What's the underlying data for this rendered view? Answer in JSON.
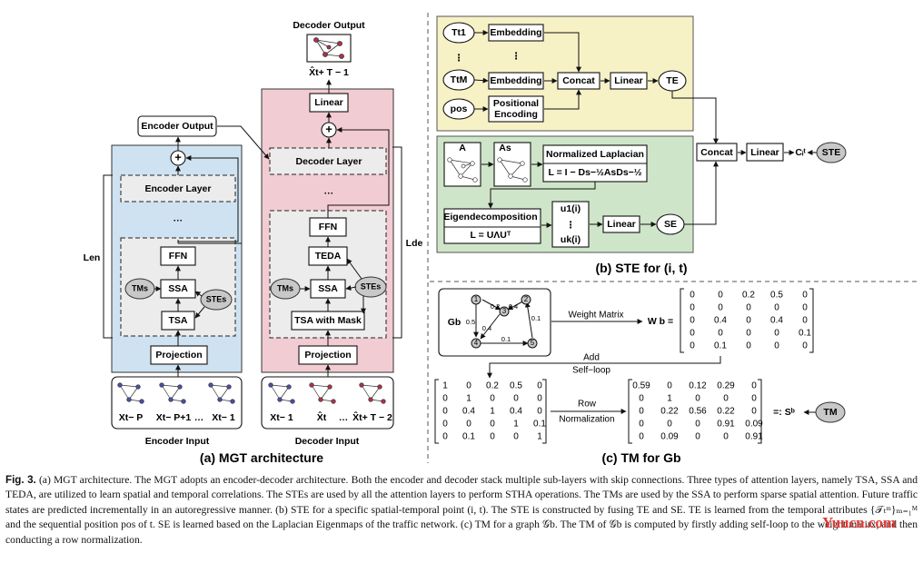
{
  "a": {
    "decoder_output": "Decoder Output",
    "decoder_output_var": "X̂t+ T − 1",
    "encoder_output": "Encoder Output",
    "encoder_layer": "Encoder Layer",
    "decoder_layer": "Decoder Layer",
    "linear": "Linear",
    "ffn": "FFN",
    "ssa": "SSA",
    "tsa": "TSA",
    "teda": "TEDA",
    "tsa_mask": "TSA with Mask",
    "tms": "TMs",
    "stes": "STEs",
    "projection": "Projection",
    "l_en": "Len",
    "l_de": "Lde",
    "ellipsis": "···",
    "enc_inputs": [
      "Xt− P",
      "Xt− P+1",
      "Xt− 1"
    ],
    "dec_inputs": [
      "Xt− 1",
      "X̂t",
      "X̂t+ T − 2"
    ],
    "dots": "…",
    "encoder_input": "Encoder Input",
    "decoder_input": "Decoder Input",
    "title": "(a) MGT architecture"
  },
  "b": {
    "t1": "Tt1",
    "tm": "TtM",
    "pos": "pos",
    "embedding": "Embedding",
    "concat": "Concat",
    "linear": "Linear",
    "te": "TE",
    "positional_encoding": [
      "Positional",
      "Encoding"
    ],
    "a": "A",
    "as": "As",
    "norm_laplacian": "Normalized Laplacian",
    "laplacian_formula": "L = I − Ds−½AsDs−½",
    "eigendecomposition": "Eigendecomposition",
    "eigen_formula": "L = UΛUᵀ",
    "u1": "u1(i)",
    "uk": "uk(i)",
    "se": "SE",
    "ste": "STE",
    "output": "Cᵢᵗ",
    "vdots": "⋮",
    "title": "(b) STE for (i, t)"
  },
  "c": {
    "gb": "Gb",
    "nodes": [
      "1",
      "2",
      "3",
      "4",
      "5"
    ],
    "edge_weights": [
      "0.2",
      "0.4",
      "0.5",
      "0.4",
      "0.1",
      "0.1"
    ],
    "weight_matrix_label": "Weight Matrix",
    "wb": "W b =",
    "wb_rows": [
      [
        "0",
        "0",
        "0.2",
        "0.5",
        "0"
      ],
      [
        "0",
        "0",
        "0",
        "0",
        "0"
      ],
      [
        "0",
        "0.4",
        "0",
        "0.4",
        "0"
      ],
      [
        "0",
        "0",
        "0",
        "0",
        "0.1"
      ],
      [
        "0",
        "0.1",
        "0",
        "0",
        "0"
      ]
    ],
    "add": "Add",
    "self_loop": "Self−loop",
    "row": "Row",
    "normalization": "Normalization",
    "self_rows": [
      [
        "1",
        "0",
        "0.2",
        "0.5",
        "0"
      ],
      [
        "0",
        "1",
        "0",
        "0",
        "0"
      ],
      [
        "0",
        "0.4",
        "1",
        "0.4",
        "0"
      ],
      [
        "0",
        "0",
        "0",
        "1",
        "0.1"
      ],
      [
        "0",
        "0.1",
        "0",
        "0",
        "1"
      ]
    ],
    "norm_rows": [
      [
        "0.59",
        "0",
        "0.12",
        "0.29",
        "0"
      ],
      [
        "0",
        "1",
        "0",
        "0",
        "0"
      ],
      [
        "0",
        "0.22",
        "0.56",
        "0.22",
        "0"
      ],
      [
        "0",
        "0",
        "0",
        "0.91",
        "0.09"
      ],
      [
        "0",
        "0.09",
        "0",
        "0",
        "0.91"
      ]
    ],
    "sb": "=: Sᵇ",
    "tm": "TM",
    "title": "(c) TM for Gb"
  },
  "caption": {
    "fig_label": "Fig. 3.",
    "text": "(a) MGT architecture. The MGT adopts an encoder-decoder architecture. Both the encoder and decoder stack multiple sub-layers with skip connections. Three types of attention layers, namely TSA, SSA and TEDA, are utilized to learn spatial and temporal correlations. The STEs are used by all the attention layers to perform STHA operations. The TMs are used by the SSA to perform sparse spatial attention. Future traffic states are predicted incrementally in an autoregressive manner. (b) STE for a specific spatial-temporal point (i, t). The STE is constructed by fusing TE and SE. TE is learned from the temporal attributes {𝒯ₜᵐ}ₘ₌₁ᴹ and the sequential position pos of t. SE is learned based on the Laplacian Eigenmaps of the traffic network. (c) TM for a graph 𝒢b. The TM of 𝒢b is computed by firstly adding self-loop to the weight matirx, and then conducting a row normalization."
  },
  "watermark": "Yuucn.com",
  "colors": {
    "encoder_bg": "#cfe2f1",
    "decoder_bg": "#f2ccd3",
    "te_bg": "#f7f1c6",
    "se_bg": "#cfe5c9",
    "ellipse": "#c8c8c8",
    "watermark": "#e53935"
  }
}
